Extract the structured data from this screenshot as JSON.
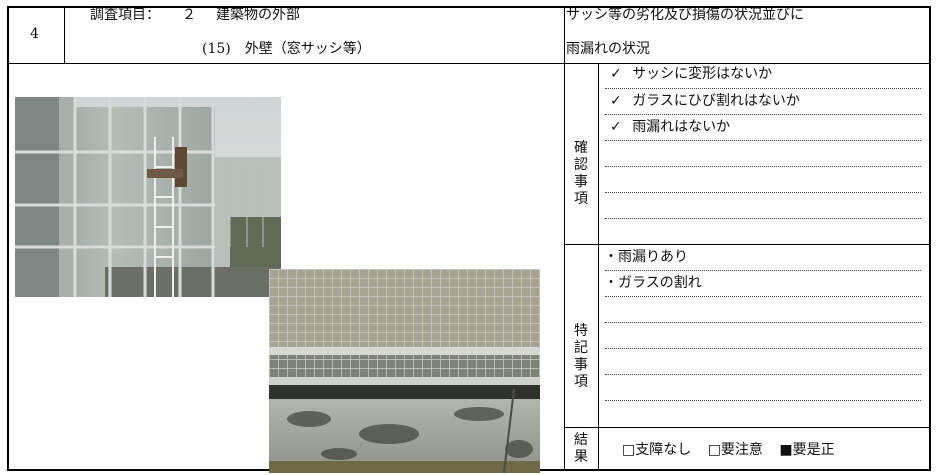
{
  "header": {
    "number": "4",
    "item_label": "調査項目：",
    "item_number": "２",
    "item_title": "建築物の外部",
    "sub_item": "(15)　外壁（窓サッシ等）",
    "description_line1": "サッシ等の劣化及び損傷の状況並びに",
    "description_line2": "雨漏れの状況"
  },
  "check_section": {
    "label": [
      "確",
      "認",
      "事",
      "項"
    ],
    "items": [
      {
        "mark": "✓",
        "text": "サッシに変形はないか"
      },
      {
        "mark": "✓",
        "text": "ガラスにひび割れはないか"
      },
      {
        "mark": "✓",
        "text": "雨漏れはないか"
      }
    ]
  },
  "notes_section": {
    "label": [
      "特",
      "記",
      "事",
      "項"
    ],
    "items": [
      "・雨漏りあり",
      "・ガラスの割れ"
    ]
  },
  "result_section": {
    "label": [
      "結",
      "果"
    ],
    "options": [
      {
        "box": "□",
        "text": "支障なし"
      },
      {
        "box": "□",
        "text": "要注意"
      },
      {
        "box": "■",
        "text": "要是正"
      }
    ]
  },
  "photos": {
    "photo1": "greenhouse-aluminum-sash-photo",
    "photo2": "wire-glass-sash-bottom-photo"
  }
}
